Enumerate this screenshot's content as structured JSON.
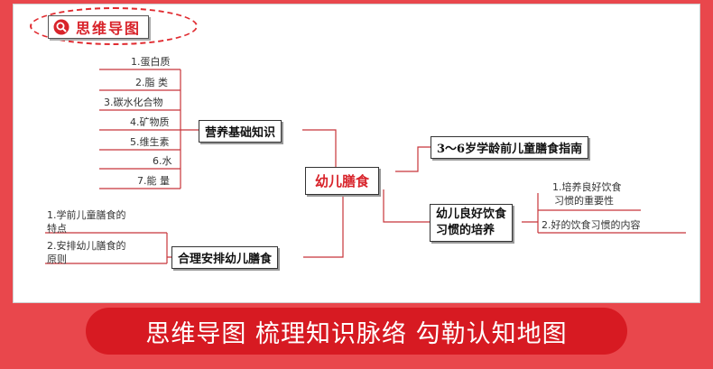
{
  "title": "思维导图",
  "center": "幼儿膳食",
  "branches": {
    "nutrition": {
      "label": "营养基础知识",
      "items": [
        "1.蛋白质",
        "2.脂  类",
        "3.碳水化合物",
        "4.矿物质",
        "5.维生素",
        "6.水",
        "7.能  量"
      ]
    },
    "guide": {
      "label": "3～6岁学龄前儿童膳食指南"
    },
    "habits": {
      "label_line1": "幼儿良好饮食",
      "label_line2": "习惯的培养",
      "items": [
        {
          "line1": "1.培养良好饮食",
          "line2": "习惯的重要性"
        },
        {
          "line1": "2.好的饮食习惯的内容",
          "line2": ""
        }
      ]
    },
    "arrange": {
      "label": "合理安排幼儿膳食",
      "items": [
        {
          "line1": "1.学前儿童膳食的",
          "line2": "特点"
        },
        {
          "line1": "2.安排幼儿膳食的",
          "line2": "原则"
        }
      ]
    }
  },
  "banner": "思维导图  梳理知识脉络  勾勒认知地图",
  "colors": {
    "accent": "#d8232a",
    "background": "#e9474c",
    "banner": "#d71a22"
  }
}
